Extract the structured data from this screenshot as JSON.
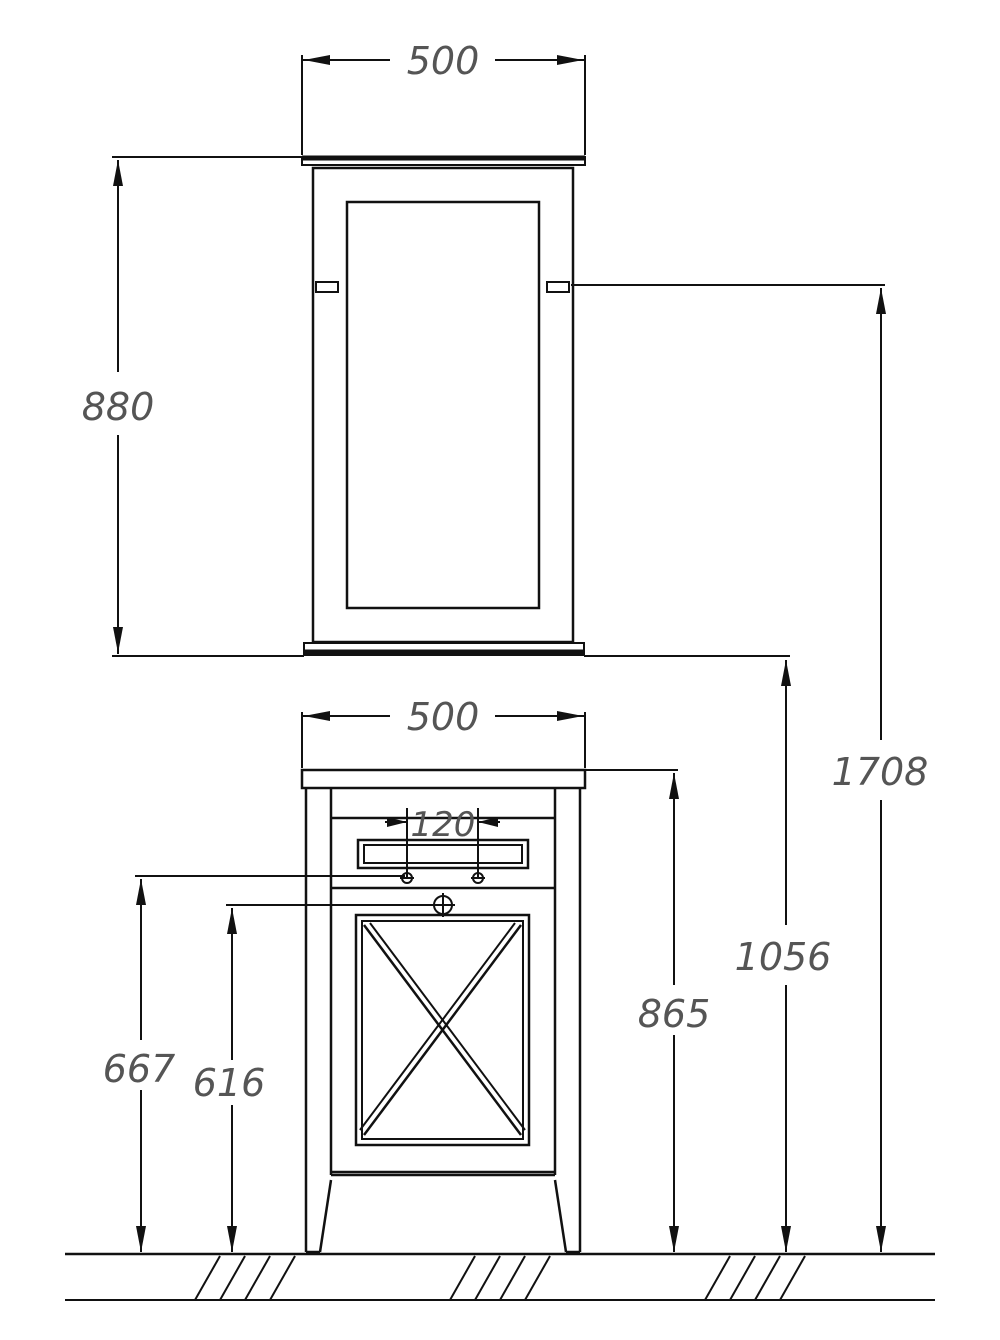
{
  "dimensions": {
    "mirror_width": "500",
    "mirror_height": "880",
    "total_height": "1708",
    "mirror_bottom_height": "1056",
    "base_width": "500",
    "tap_spacing": "120",
    "counter_height": "865",
    "water_inlet_height": "667",
    "drain_height": "616"
  },
  "colors": {
    "line": "#111111",
    "text": "#555555",
    "background": "#ffffff"
  }
}
